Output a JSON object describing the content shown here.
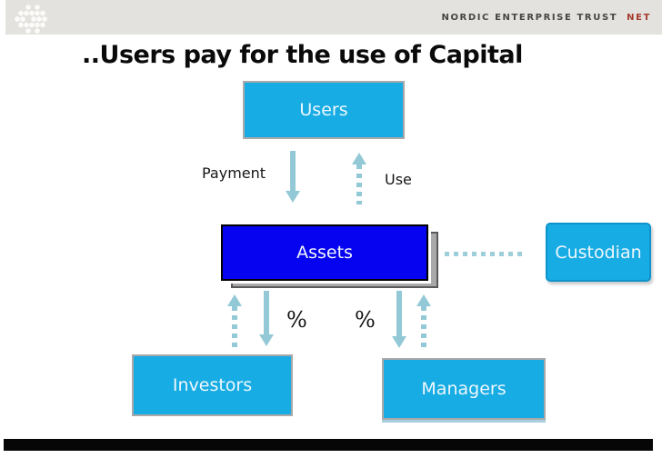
{
  "brand": {
    "name": "NORDIC ENTERPRISE TRUST",
    "suffix": "NET",
    "logo_icon": "dot-matrix-logo"
  },
  "title": "..Users pay for the use of Capital",
  "diagram": {
    "nodes": {
      "users": "Users",
      "assets": "Assets",
      "custodian": "Custodian",
      "investors": "Investors",
      "managers": "Managers"
    },
    "labels": {
      "payment": "Payment",
      "use": "Use",
      "pct_left": "%",
      "pct_right": "%"
    },
    "arrows": [
      {
        "name": "payment-arrow",
        "from": "Users",
        "to": "Assets",
        "style": "solid",
        "direction": "down"
      },
      {
        "name": "use-arrow",
        "from": "Assets",
        "to": "Users",
        "style": "dashed",
        "direction": "up"
      },
      {
        "name": "assets-custodian-link",
        "from": "Assets",
        "to": "Custodian",
        "style": "dashed",
        "direction": "horizontal"
      },
      {
        "name": "investors-up-arrow",
        "from": "Investors",
        "to": "Assets",
        "style": "dashed",
        "direction": "up"
      },
      {
        "name": "investors-down-arrow",
        "from": "Assets",
        "to": "Investors",
        "style": "solid",
        "direction": "down"
      },
      {
        "name": "managers-down-arrow",
        "from": "Assets",
        "to": "Managers",
        "style": "solid",
        "direction": "down"
      },
      {
        "name": "managers-up-arrow",
        "from": "Managers",
        "to": "Assets",
        "style": "dashed",
        "direction": "up"
      }
    ],
    "colors": {
      "node_cyan": "#17ace4",
      "node_blue": "#0503f0",
      "arrow_teal": "#93c9d6",
      "band_gray": "#e4e2df",
      "net_red": "#a33b2c",
      "footer_black": "#060606"
    }
  }
}
